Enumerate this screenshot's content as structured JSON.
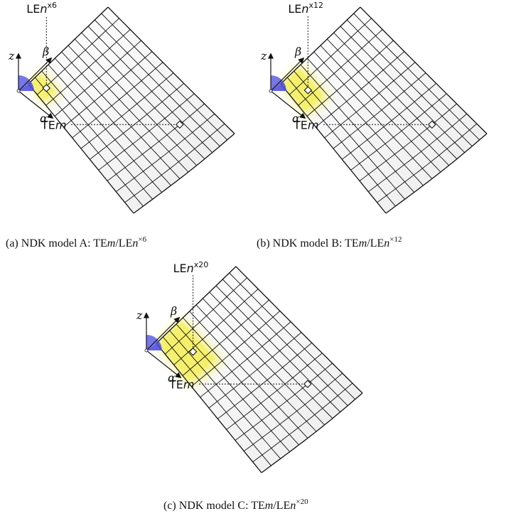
{
  "panels": [
    {
      "id": "a",
      "caption": {
        "prefix": "(a) NDK model A: TE",
        "m": "m",
        "mid": "/LE",
        "n": "n",
        "sup": "×6"
      },
      "patch_cells": 2,
      "le_label": {
        "base": "LE",
        "n": "n",
        "sup": "x6"
      },
      "te_label": {
        "base": "TE",
        "m": "m"
      },
      "axis": {
        "z": "z",
        "beta": "β",
        "alpha": "α"
      }
    },
    {
      "id": "b",
      "caption": {
        "prefix": "(b) NDK model B: TE",
        "m": "m",
        "mid": "/LE",
        "n": "n",
        "sup": "×12"
      },
      "patch_cells": 3,
      "le_label": {
        "base": "LE",
        "n": "n",
        "sup": "x12"
      },
      "te_label": {
        "base": "TE",
        "m": "m"
      },
      "axis": {
        "z": "z",
        "beta": "β",
        "alpha": "α"
      }
    },
    {
      "id": "c",
      "caption": {
        "prefix": "(c) NDK model C: TE",
        "m": "m",
        "mid": "/LE",
        "n": "n",
        "sup": "×20"
      },
      "patch_cells": 4,
      "le_label": {
        "base": "LE",
        "n": "n",
        "sup": "x20"
      },
      "te_label": {
        "base": "TE",
        "m": "m"
      },
      "axis": {
        "z": "z",
        "beta": "β",
        "alpha": "α"
      }
    }
  ],
  "colors": {
    "patch": "#f5f06a",
    "origin_quadrant": "#4a4ae0",
    "grid_line": "#111111",
    "surface_fill": "#ffffff"
  }
}
